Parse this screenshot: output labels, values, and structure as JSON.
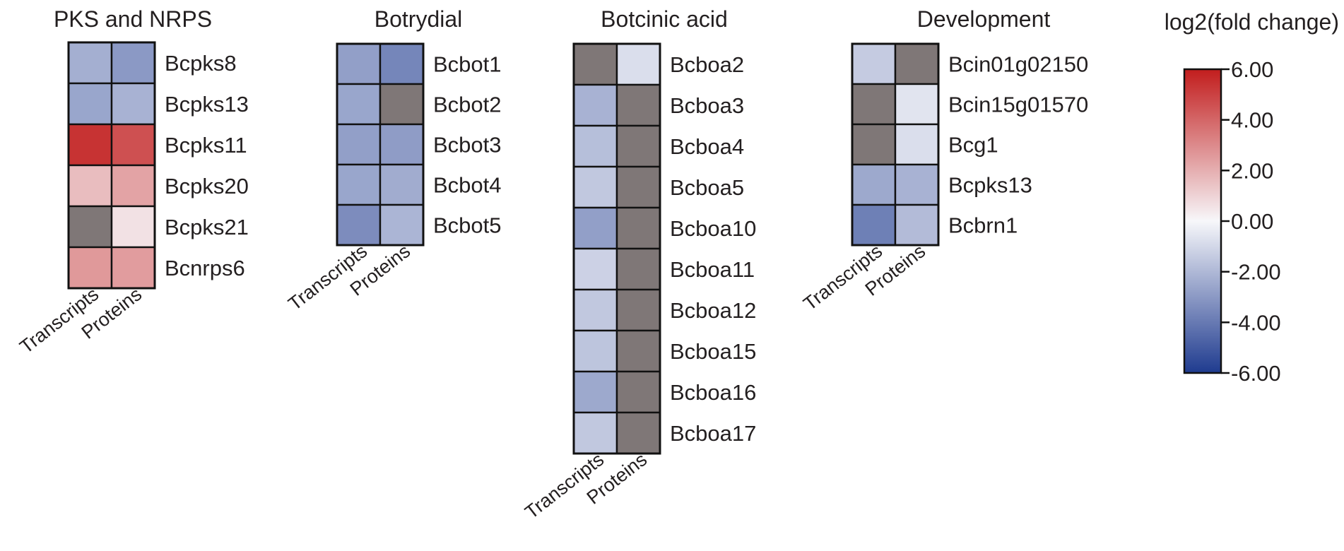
{
  "chart_data": {
    "type": "heatmap",
    "na_color": "#7f7777",
    "columns": [
      "Transcripts",
      "Proteins"
    ],
    "colorbar": {
      "title": "log2(fold change)",
      "min": -6,
      "max": 6,
      "ticks": [
        "6.00",
        "4.00",
        "2.00",
        "0.00",
        "-2.00",
        "-4.00",
        "-6.00"
      ],
      "tick_values": [
        6,
        4,
        2,
        0,
        -2,
        -4,
        -6
      ],
      "colors": {
        "low": "#1f3b8f",
        "mid": "#f7f7fa",
        "high": "#c21d1d"
      }
    },
    "panels": [
      {
        "title": "PKS and NRPS",
        "rows": [
          "Bcpks8",
          "Bcpks13",
          "Bcpks11",
          "Bcpks20",
          "Bcpks21",
          "Bcnrps6"
        ],
        "values": [
          [
            -2.3,
            -3.0
          ],
          [
            -2.6,
            -2.2
          ],
          [
            5.4,
            4.6
          ],
          [
            1.6,
            2.3
          ],
          [
            null,
            0.6
          ],
          [
            2.6,
            2.5
          ]
        ]
      },
      {
        "title": "Botrydial",
        "rows": [
          "Bcbot1",
          "Bcbot2",
          "Bcbot3",
          "Bcbot4",
          "Bcbot5"
        ],
        "values": [
          [
            -2.8,
            -3.6
          ],
          [
            -2.6,
            null
          ],
          [
            -2.8,
            -2.9
          ],
          [
            -2.6,
            -2.4
          ],
          [
            -3.4,
            -2.1
          ]
        ]
      },
      {
        "title": "Botcinic acid",
        "rows": [
          "Bcboa2",
          "Bcboa3",
          "Bcboa4",
          "Bcboa5",
          "Bcboa10",
          "Bcboa11",
          "Bcboa12",
          "Bcboa15",
          "Bcboa16",
          "Bcboa17"
        ],
        "values": [
          [
            null,
            -0.8
          ],
          [
            -2.2,
            null
          ],
          [
            -1.8,
            null
          ],
          [
            -1.5,
            null
          ],
          [
            -2.8,
            null
          ],
          [
            -1.2,
            null
          ],
          [
            -1.5,
            null
          ],
          [
            -1.6,
            null
          ],
          [
            -2.5,
            null
          ],
          [
            -1.5,
            null
          ]
        ]
      },
      {
        "title": "Development",
        "rows": [
          "Bcin01g02150",
          "Bcin15g01570",
          "Bcg1",
          "Bcpks13",
          "Bcbrn1"
        ],
        "values": [
          [
            -1.4,
            null
          ],
          [
            null,
            -0.6
          ],
          [
            null,
            -0.8
          ],
          [
            -2.5,
            -2.2
          ],
          [
            -3.8,
            -1.9
          ]
        ]
      }
    ]
  }
}
